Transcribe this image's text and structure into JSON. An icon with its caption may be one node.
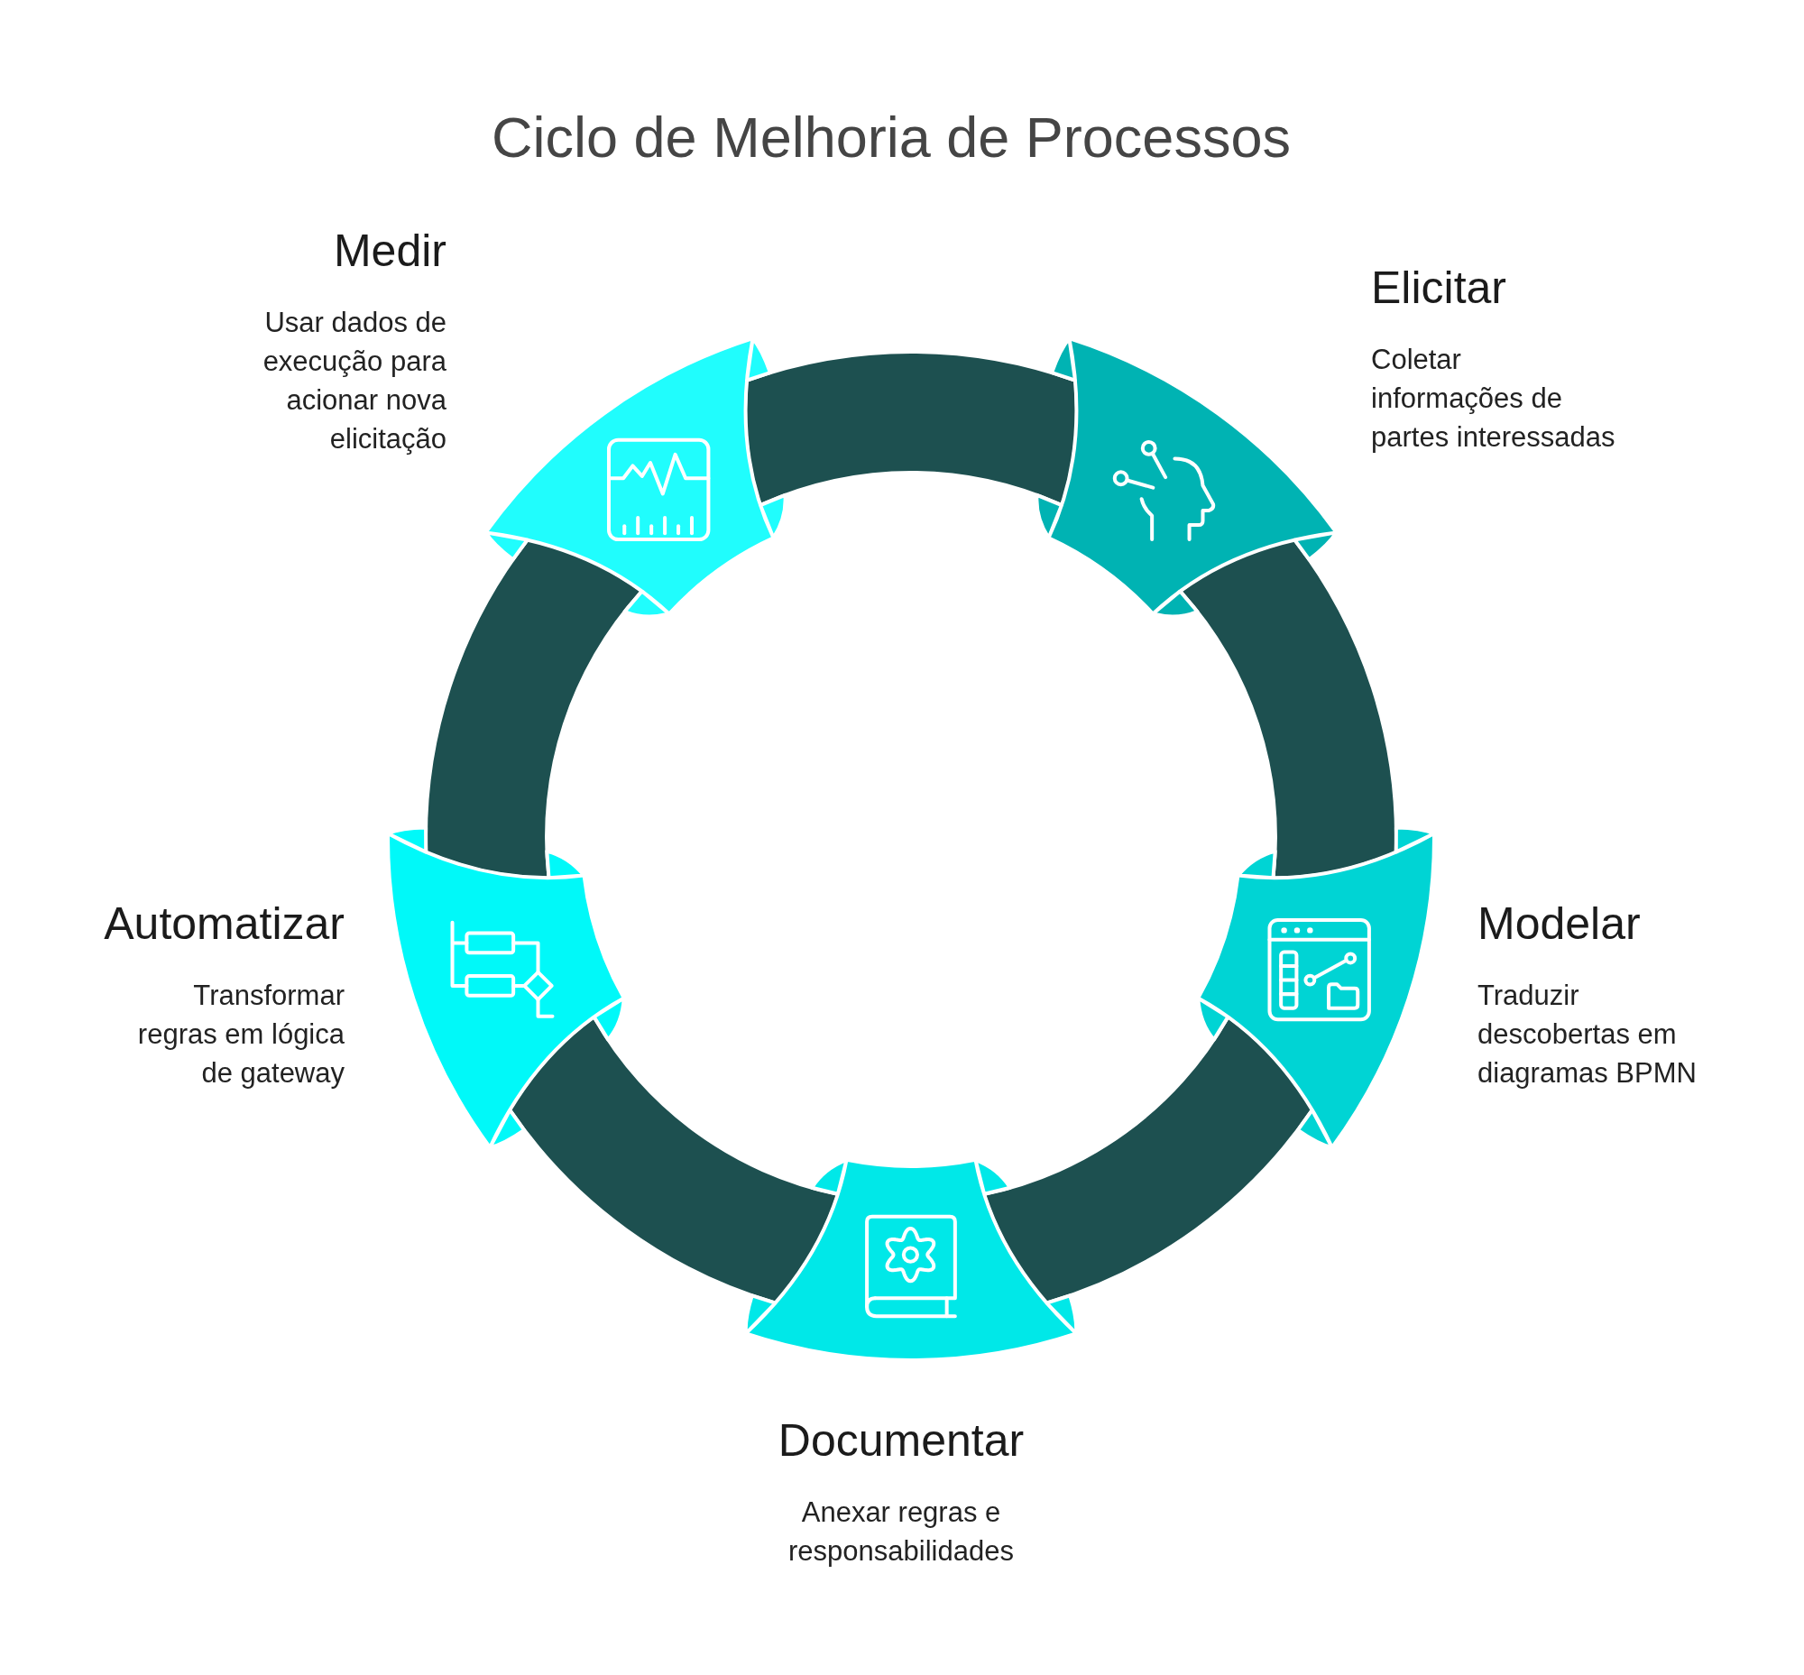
{
  "diagram": {
    "title": "Ciclo de Melhoria de Processos",
    "nodes": [
      {
        "text": [
          "Elicitar",
          "Coletar informações de partes interessadas"
        ]
      },
      {
        "text": [
          "Modelar",
          "Traduzir descobertas em diagramas BPMN"
        ]
      },
      {
        "text": [
          "Documentar",
          "Anexar regras e responsabilidades"
        ]
      },
      {
        "text": [
          "Automatizar",
          "Transformar regras em lógica de gateway"
        ]
      },
      {
        "text": [
          "Medir",
          "Usar dados de execução para acionar nova elicitação"
        ]
      }
    ],
    "edges": [
      {
        "from": 0,
        "to": 1,
        "arrow": "none"
      },
      {
        "from": 1,
        "to": 2,
        "arrow": "none"
      },
      {
        "from": 2,
        "to": 3,
        "arrow": "none"
      },
      {
        "from": 3,
        "to": 4,
        "arrow": "none"
      },
      {
        "from": 4,
        "to": 0,
        "arrow": "none"
      }
    ]
  }
}
